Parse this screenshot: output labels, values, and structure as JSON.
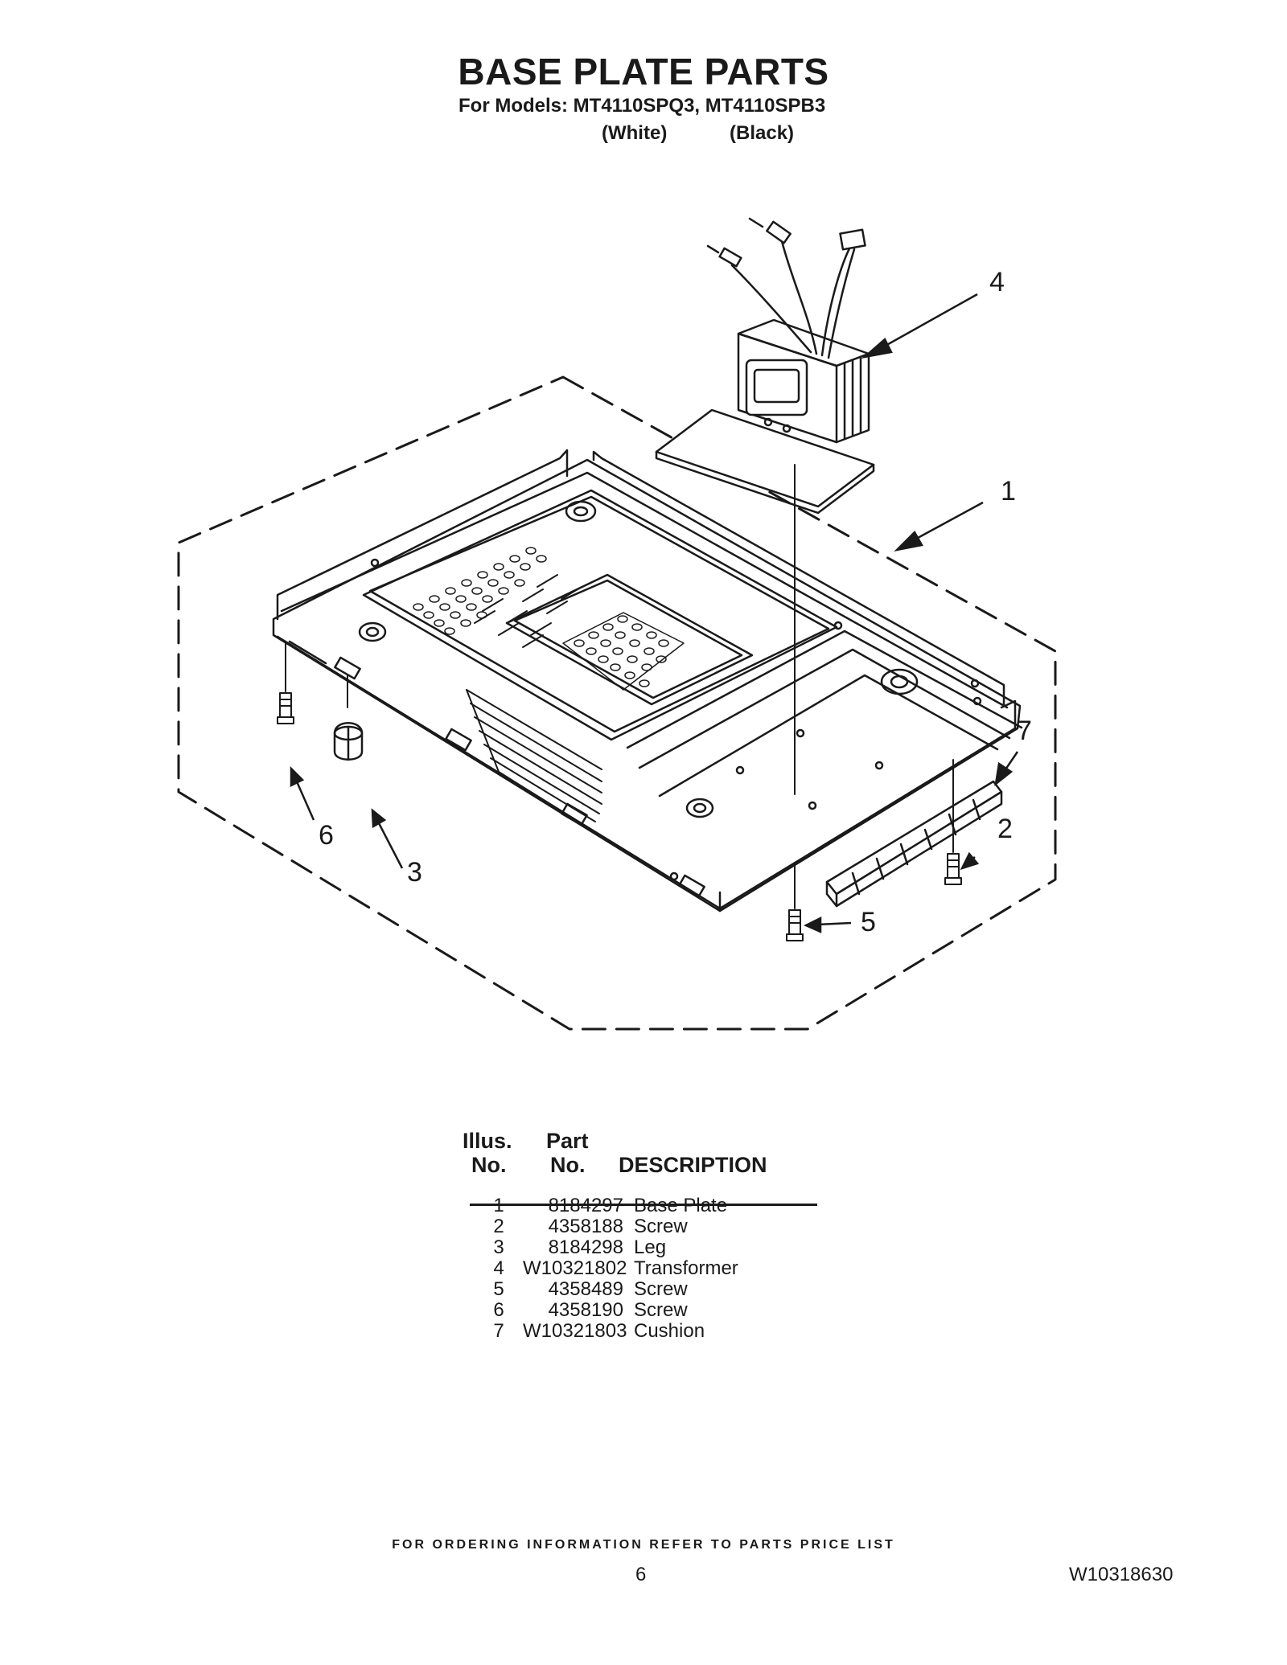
{
  "header": {
    "title": "BASE PLATE PARTS",
    "models_line": "For Models: MT4110SPQ3, MT4110SPB3",
    "color_white": "(White)",
    "color_black": "(Black)"
  },
  "diagram": {
    "callouts": [
      "1",
      "2",
      "3",
      "4",
      "5",
      "6",
      "7"
    ]
  },
  "parts_table": {
    "headers": {
      "illus_line1": "Illus.",
      "illus_line2": "No.",
      "part_line1": "Part",
      "part_line2": "No.",
      "description": "DESCRIPTION"
    },
    "rows": [
      {
        "illus_no": "1",
        "part_no": "8184297",
        "description": "Base Plate"
      },
      {
        "illus_no": "2",
        "part_no": "4358188",
        "description": "Screw"
      },
      {
        "illus_no": "3",
        "part_no": "8184298",
        "description": "Leg"
      },
      {
        "illus_no": "4",
        "part_no": "W10321802",
        "description": "Transformer"
      },
      {
        "illus_no": "5",
        "part_no": "4358489",
        "description": "Screw"
      },
      {
        "illus_no": "6",
        "part_no": "4358190",
        "description": "Screw"
      },
      {
        "illus_no": "7",
        "part_no": "W10321803",
        "description": "Cushion"
      }
    ]
  },
  "footer": {
    "ordering_note": "FOR ORDERING INFORMATION REFER TO PARTS PRICE LIST",
    "page_number": "6",
    "document_number": "W10318630"
  }
}
